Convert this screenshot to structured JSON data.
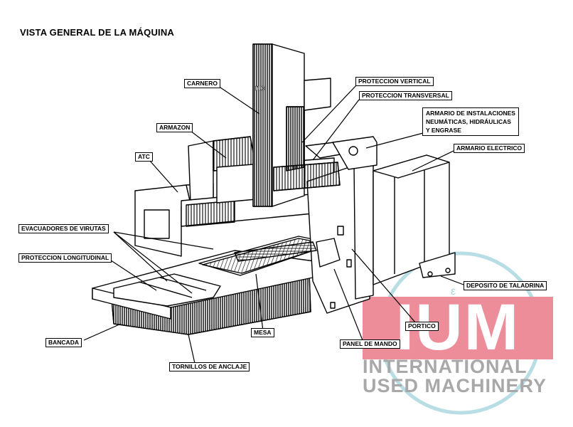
{
  "title": "VISTA GENERAL DE LA MÁQUINA",
  "labels": {
    "carnero": "CARNERO",
    "armazon": "ARMAZON",
    "atc": "ATC",
    "proteccion_vertical": "PROTECCION VERTICAL",
    "proteccion_transversal": "PROTECCION TRANSVERSAL",
    "armario_instalaciones_1": "ARMARIO DE INSTALACIONES",
    "armario_instalaciones_2": "NEUMÁTICAS, HIDRÁULICAS",
    "armario_instalaciones_3": "Y ENGRASE",
    "armario_electrico": "ARMARIO ELECTRICO",
    "evacuadores": "EVACUADORES DE VIRUTAS",
    "proteccion_longitudinal": "PROTECCION LONGITUDINAL",
    "deposito": "DEPOSITO DE TALADRINA",
    "portico": "PORTICO",
    "bancada": "BANCADA",
    "mesa": "MESA",
    "panel": "PANEL DE MANDO",
    "tornillos": "TORNILLOS DE ANCLAJE",
    "ram_marking": "nc"
  },
  "watermark": {
    "big": "IUM",
    "line1": "INTERNATIONAL",
    "line2": "USED MACHINERY",
    "accent_color": "#ec8d99",
    "text_color": "#a8a8a8"
  }
}
